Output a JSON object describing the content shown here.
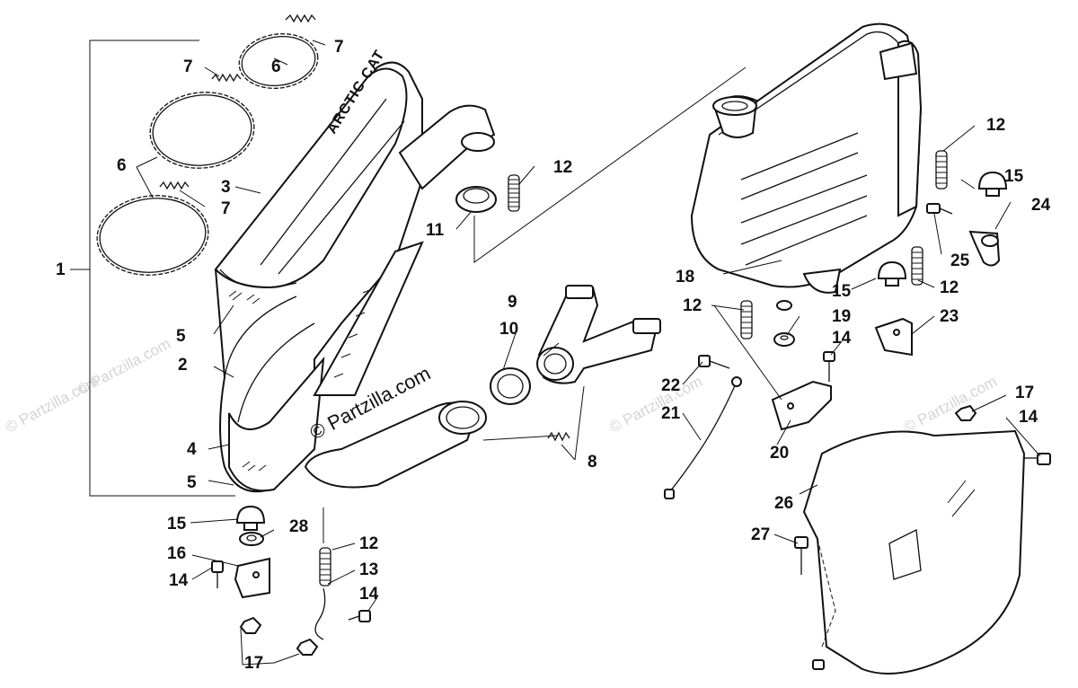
{
  "watermarks": [
    "© Partzilla.com",
    "© Partzilla.com",
    "© Partzilla.com",
    "© Partzilla.com"
  ],
  "center_watermark": "© Partzilla.com",
  "brand_text": "ARCTIC CAT",
  "callouts": {
    "c1": "1",
    "c2": "2",
    "c3": "3",
    "c4": "4",
    "c5a": "5",
    "c5b": "5",
    "c6a": "6",
    "c6b": "6",
    "c7a": "7",
    "c7b": "7",
    "c7c": "7",
    "c8": "8",
    "c9": "9",
    "c10": "10",
    "c11": "11",
    "c12a": "12",
    "c12b": "12",
    "c12c": "12",
    "c12d": "12",
    "c12e": "12",
    "c13": "13",
    "c14a": "14",
    "c14b": "14",
    "c14c": "14",
    "c14d": "14",
    "c15a": "15",
    "c15b": "15",
    "c15c": "15",
    "c16": "16",
    "c17a": "17",
    "c17b": "17",
    "c18": "18",
    "c19": "19",
    "c20": "20",
    "c21": "21",
    "c22": "22",
    "c23": "23",
    "c24": "24",
    "c25": "25",
    "c26": "26",
    "c27": "27",
    "c28": "28"
  }
}
